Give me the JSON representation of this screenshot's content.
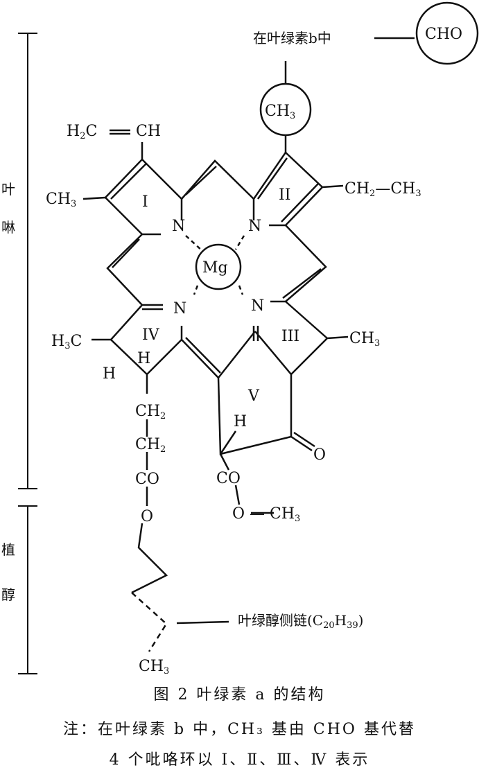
{
  "side_labels": {
    "porphyrin": [
      "叶",
      "啉"
    ],
    "phytol": [
      "植",
      "醇"
    ]
  },
  "annotation_b": "在叶绿素b中",
  "cho": "CHO",
  "ch3_circled": {
    "main": "CH",
    "sub": "3"
  },
  "mg": "Mg",
  "n": "N",
  "vinyl": {
    "a": "H",
    "a_sub": "2",
    "b": "C",
    "c": "CH"
  },
  "ch3": {
    "main": "CH",
    "sub": "3"
  },
  "ethyl": {
    "a": "CH",
    "a_sub": "2",
    "dash": "—",
    "b": "CH",
    "b_sub": "3"
  },
  "h3c": {
    "a": "H",
    "a_sub": "3",
    "b": "C"
  },
  "h": "H",
  "o": "O",
  "co": "CO",
  "ch2": {
    "main": "CH",
    "sub": "2"
  },
  "o_ch3": "O — CH",
  "ring_labels": [
    "I",
    "II",
    "III",
    "IV",
    "V"
  ],
  "phytol_chain": {
    "label": "叶绿醇侧链(C",
    "sub1": "20",
    "mid": "H",
    "sub2": "39",
    "end": ")"
  },
  "caption": {
    "title": "图 2   叶绿素 a 的结构",
    "note1": "注：在叶绿素 b 中，CH₃ 基由 CHO 基代替",
    "note2": "4 个吡咯环以 Ⅰ、Ⅱ、Ⅲ、Ⅳ 表示"
  }
}
